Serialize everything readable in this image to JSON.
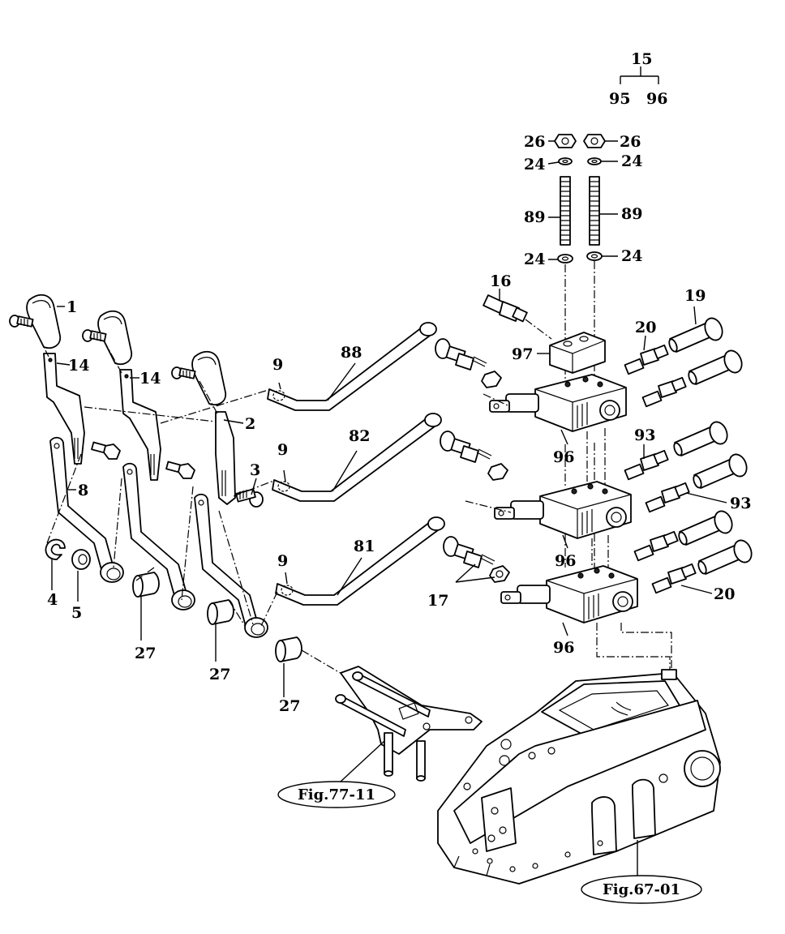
{
  "callouts": {
    "c1": "1",
    "c2": "2",
    "c3": "3",
    "c4": "4",
    "c5": "5",
    "c8": "8",
    "c9": "9",
    "c14": "14",
    "c15": "15",
    "c16": "16",
    "c17": "17",
    "c19": "19",
    "c20": "20",
    "c24": "24",
    "c26": "26",
    "c27": "27",
    "c81": "81",
    "c82": "82",
    "c88": "88",
    "c89": "89",
    "c93": "93",
    "c95": "95",
    "c96": "96",
    "c97": "97"
  },
  "references": {
    "fig_77_11": "Fig.77-11",
    "fig_67_01": "Fig.67-01"
  }
}
